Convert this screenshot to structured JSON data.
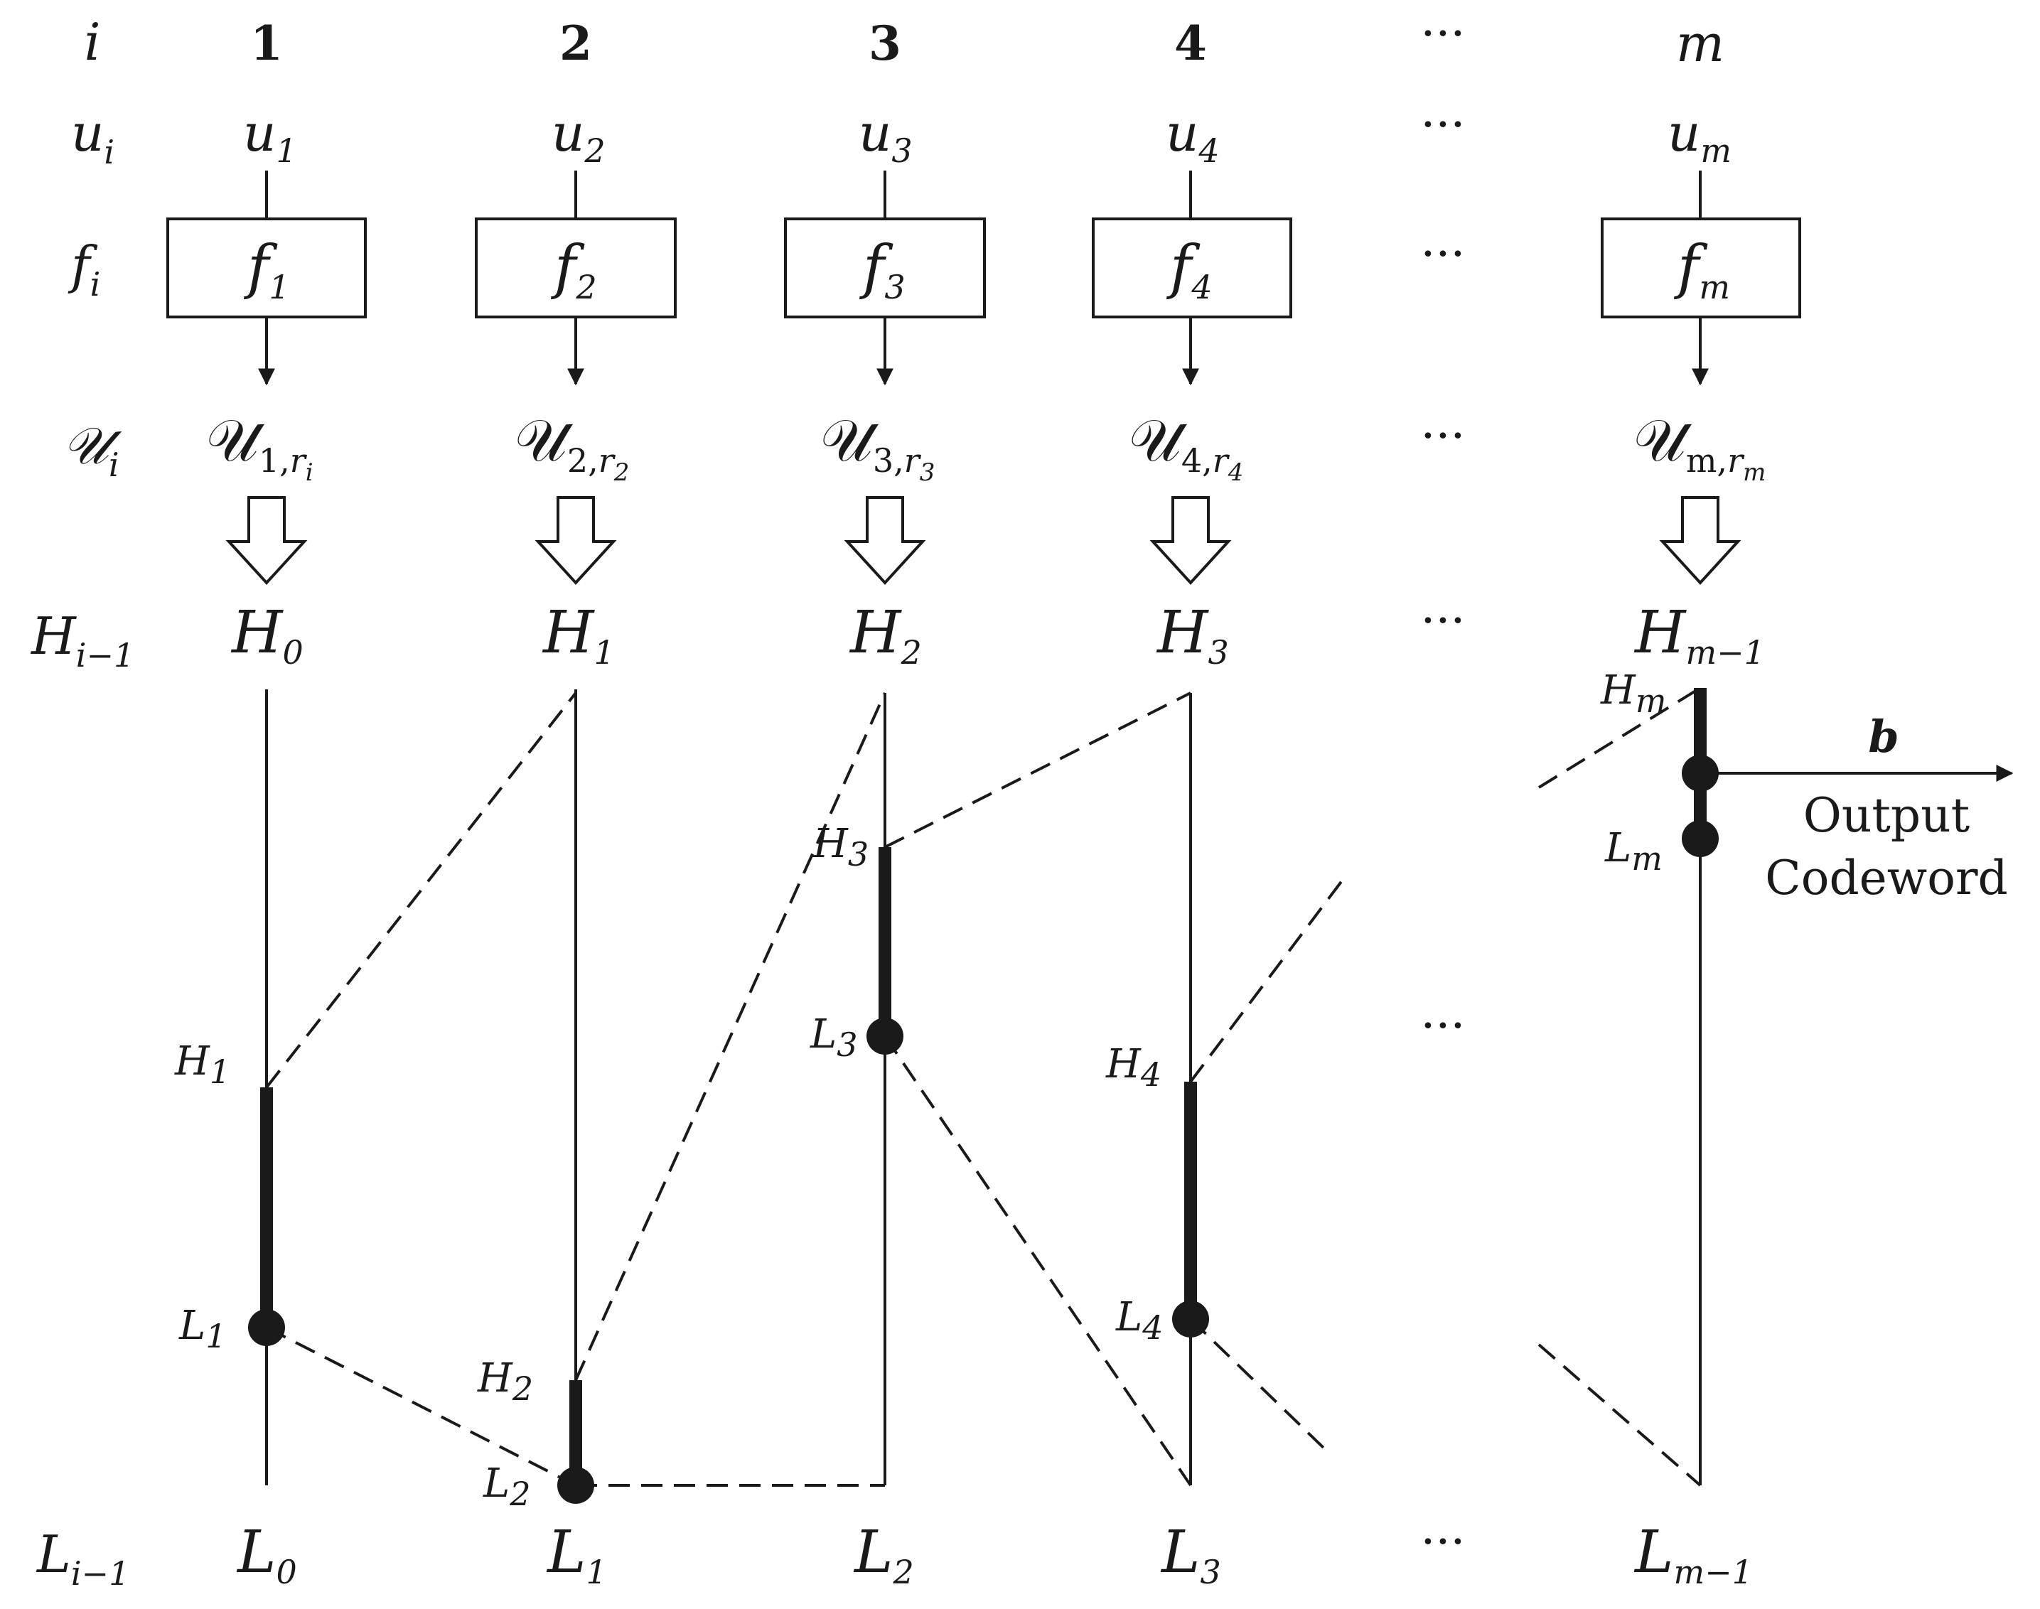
{
  "row_labels": {
    "i": "i",
    "u": {
      "base": "u",
      "sub": "i"
    },
    "f": {
      "base": "f",
      "sub": "i"
    },
    "U": {
      "base": "𝒰",
      "sub": "i"
    },
    "H": {
      "base": "H",
      "sub": "i−1"
    },
    "L": {
      "base": "L",
      "sub": "i−1"
    }
  },
  "columns": [
    {
      "index": "1",
      "u": {
        "base": "u",
        "sub": "1"
      },
      "f": {
        "base": "f",
        "sub": "1"
      },
      "U": {
        "base": "𝒰",
        "sub": "1,",
        "subsub_r": "r",
        "subsub": "i"
      },
      "H": {
        "base": "H",
        "sub": "0"
      },
      "L": {
        "base": "L",
        "sub": "0"
      }
    },
    {
      "index": "2",
      "u": {
        "base": "u",
        "sub": "2"
      },
      "f": {
        "base": "f",
        "sub": "2"
      },
      "U": {
        "base": "𝒰",
        "sub": "2,",
        "subsub_r": "r",
        "subsub": "2"
      },
      "H": {
        "base": "H",
        "sub": "1"
      },
      "L": {
        "base": "L",
        "sub": "1"
      }
    },
    {
      "index": "3",
      "u": {
        "base": "u",
        "sub": "3"
      },
      "f": {
        "base": "f",
        "sub": "3"
      },
      "U": {
        "base": "𝒰",
        "sub": "3,",
        "subsub_r": "r",
        "subsub": "3"
      },
      "H": {
        "base": "H",
        "sub": "2"
      },
      "L": {
        "base": "L",
        "sub": "2"
      }
    },
    {
      "index": "4",
      "u": {
        "base": "u",
        "sub": "4"
      },
      "f": {
        "base": "f",
        "sub": "4"
      },
      "U": {
        "base": "𝒰",
        "sub": "4,",
        "subsub_r": "r",
        "subsub": "4"
      },
      "H": {
        "base": "H",
        "sub": "3"
      },
      "L": {
        "base": "L",
        "sub": "3"
      }
    },
    {
      "index": "m",
      "u": {
        "base": "u",
        "sub": "m"
      },
      "f": {
        "base": "f",
        "sub": "m"
      },
      "U": {
        "base": "𝒰",
        "sub": "m,",
        "subsub_r": "r",
        "subsub": "m"
      },
      "H": {
        "base": "H",
        "sub": "m−1"
      },
      "L": {
        "base": "L",
        "sub": "m−1"
      }
    }
  ],
  "ellipsis": "···",
  "interval_labels": {
    "H1": {
      "base": "H",
      "sub": "1"
    },
    "L1": {
      "base": "L",
      "sub": "1"
    },
    "H2": {
      "base": "H",
      "sub": "2"
    },
    "L2": {
      "base": "L",
      "sub": "2"
    },
    "H3": {
      "base": "H",
      "sub": "3"
    },
    "L3": {
      "base": "L",
      "sub": "3"
    },
    "H4": {
      "base": "H",
      "sub": "4"
    },
    "L4": {
      "base": "L",
      "sub": "4"
    },
    "Hm": {
      "base": "H",
      "sub": "m"
    },
    "Lm": {
      "base": "L",
      "sub": "m"
    }
  },
  "output": {
    "symbol": "b",
    "line1": "Output",
    "line2": "Codeword"
  }
}
